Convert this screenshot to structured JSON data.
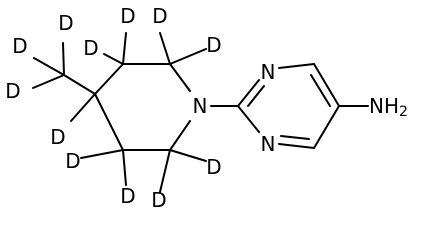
{
  "molecule": {
    "atoms": {
      "deuterium": "D",
      "ring_nitrogen": "N",
      "amine_nitrogen": "N",
      "amine_hydrogen": "H",
      "amine_hydrogen_count": "2"
    }
  },
  "colors": {
    "background": "#ffffff",
    "stroke": "#000000"
  }
}
